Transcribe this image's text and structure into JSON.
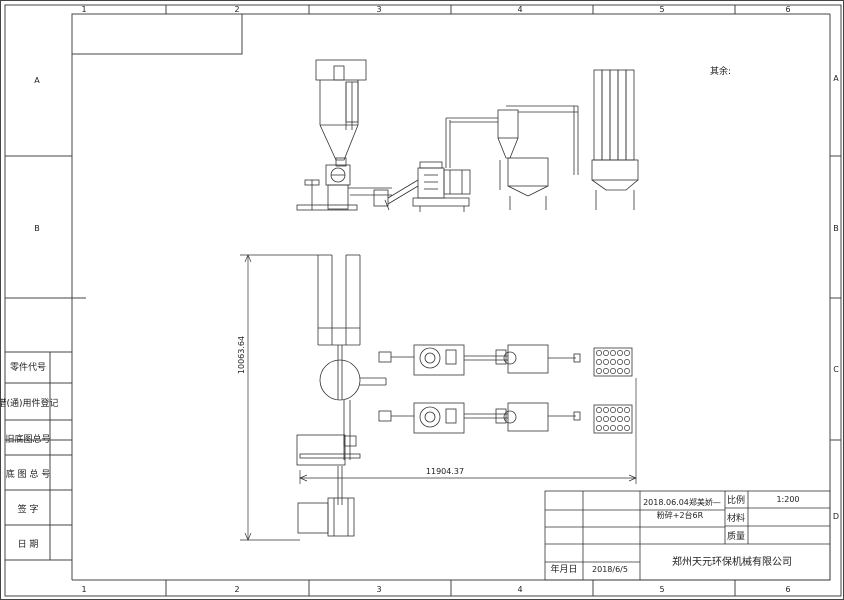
{
  "drawing": {
    "col_labels": [
      "1",
      "2",
      "3",
      "4",
      "5",
      "6"
    ],
    "row_labels": [
      "A",
      "B",
      "C",
      "D"
    ],
    "note": "其余:",
    "dim_vertical": "10063.64",
    "dim_horizontal": "11904.37"
  },
  "left_panel": {
    "labels": [
      "零件代号",
      "借(通)用件登记",
      "旧底图总号",
      "底 图 总 号",
      "签   字",
      "日   期"
    ]
  },
  "title_block": {
    "revision_note_line1": "2018.06.04郑美娇—",
    "revision_note_line2": "粉碎+2台6R",
    "scale_label": "比例",
    "scale_value": "1:200",
    "material_label": "材料",
    "quality_label": "质量",
    "company": "郑州天元环保机械有限公司",
    "date_label": "年月日",
    "date_value": "2018/6/5"
  }
}
